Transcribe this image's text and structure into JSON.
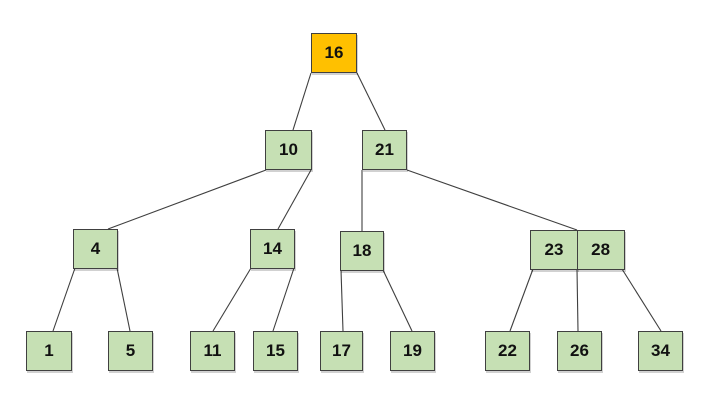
{
  "diagram": {
    "type": "tree",
    "description": "tree of numbered boxes",
    "colors": {
      "root_fill": "#FFC000",
      "node_fill": "#C6E0B4",
      "node_border": "#404040",
      "edge_color": "#3F3F3F",
      "text_color": "#111111",
      "background": "#FFFFFF"
    },
    "nodes": [
      {
        "id": "16",
        "keys": [
          "16"
        ],
        "level": 0,
        "highlighted": true
      },
      {
        "id": "10",
        "keys": [
          "10"
        ],
        "level": 1,
        "highlighted": false
      },
      {
        "id": "21",
        "keys": [
          "21"
        ],
        "level": 1,
        "highlighted": false
      },
      {
        "id": "4",
        "keys": [
          "4"
        ],
        "level": 2,
        "highlighted": false
      },
      {
        "id": "14",
        "keys": [
          "14"
        ],
        "level": 2,
        "highlighted": false
      },
      {
        "id": "18",
        "keys": [
          "18"
        ],
        "level": 2,
        "highlighted": false
      },
      {
        "id": "23-28",
        "keys": [
          "23",
          "28"
        ],
        "level": 2,
        "highlighted": false
      },
      {
        "id": "1",
        "keys": [
          "1"
        ],
        "level": 3,
        "highlighted": false
      },
      {
        "id": "5",
        "keys": [
          "5"
        ],
        "level": 3,
        "highlighted": false
      },
      {
        "id": "11",
        "keys": [
          "11"
        ],
        "level": 3,
        "highlighted": false
      },
      {
        "id": "15",
        "keys": [
          "15"
        ],
        "level": 3,
        "highlighted": false
      },
      {
        "id": "17",
        "keys": [
          "17"
        ],
        "level": 3,
        "highlighted": false
      },
      {
        "id": "19",
        "keys": [
          "19"
        ],
        "level": 3,
        "highlighted": false
      },
      {
        "id": "22",
        "keys": [
          "22"
        ],
        "level": 3,
        "highlighted": false
      },
      {
        "id": "26",
        "keys": [
          "26"
        ],
        "level": 3,
        "highlighted": false
      },
      {
        "id": "34",
        "keys": [
          "34"
        ],
        "level": 3,
        "highlighted": false
      }
    ],
    "edges": [
      {
        "from": "16",
        "to": "10"
      },
      {
        "from": "16",
        "to": "21"
      },
      {
        "from": "10",
        "to": "4"
      },
      {
        "from": "10",
        "to": "14"
      },
      {
        "from": "21",
        "to": "18"
      },
      {
        "from": "21",
        "to": "23-28"
      },
      {
        "from": "4",
        "to": "1"
      },
      {
        "from": "4",
        "to": "5"
      },
      {
        "from": "14",
        "to": "11"
      },
      {
        "from": "14",
        "to": "15"
      },
      {
        "from": "18",
        "to": "17"
      },
      {
        "from": "18",
        "to": "19"
      },
      {
        "from": "23-28",
        "to": "22"
      },
      {
        "from": "23-28",
        "to": "26"
      },
      {
        "from": "23-28",
        "to": "34"
      }
    ]
  }
}
